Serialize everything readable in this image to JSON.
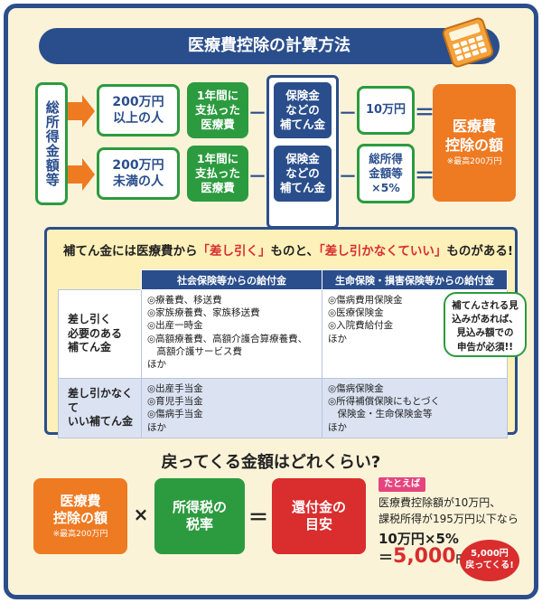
{
  "title": "医療費控除の計算方法",
  "income_label": "総所得金額等",
  "row1": {
    "condition": "200万円\n以上の人",
    "paid": "1年間に\n支払った\n医療費",
    "minus1": "－",
    "insurance": "保険金\nなどの\n補てん金",
    "minus2": "－",
    "deduct": "10万円",
    "equals": "＝"
  },
  "row2": {
    "condition": "200万円\n未満の人",
    "paid": "1年間に\n支払った\n医療費",
    "minus1": "－",
    "insurance": "保険金\nなどの\n補てん金",
    "minus2": "－",
    "deduct": "総所得\n金額等\n×5%",
    "equals": "＝"
  },
  "result": {
    "label": "医療費\n控除の額",
    "note": "※最高200万円"
  },
  "hojo": {
    "heading_pre": "補てん金には医療費から",
    "heading_q1": "「差し引く」",
    "heading_mid": "ものと、",
    "heading_q2": "「差し引かなくていい」",
    "heading_post": "ものがある!",
    "col1": "社会保険等からの給付金",
    "col2": "生命保険・損害保険等からの給付金",
    "rows": [
      {
        "head": "差し引く\n必要のある\n補てん金",
        "c1": "◎療養費、移送費\n◎家族療養費、家族移送費\n◎出産一時金\n◎高額療養費、高額介護合算療養費、\n　高額介護サービス費\nほか",
        "c2": "◎傷病費用保険金\n◎医療保険金\n◎入院費給付金\nほか"
      },
      {
        "head": "差し引かなくて\nいい補てん金",
        "c1": "◎出産手当金\n◎育児手当金\n◎傷病手当金\nほか",
        "c2": "◎傷病保険金\n◎所得補償保険にもとづく\n　保険金・生命保険金等\nほか"
      }
    ],
    "callout": "補てんされる見\n込みがあれば、\n見込み額での\n申告が必須!!"
  },
  "refund": {
    "question": "戻ってくる金額はどれくらい?",
    "box1": "医療費\n控除の額",
    "box1_note": "※最高200万円",
    "times": "×",
    "box2": "所得税の\n税率",
    "equals": "＝",
    "box3": "還付金の\n目安"
  },
  "example": {
    "tag": "たとえば",
    "text1": "医療費控除額が10万円、",
    "text2": "課税所得が195万円以下なら",
    "calc": "10万円×5%",
    "result_eq": "＝",
    "result_value": "5,000",
    "result_unit": "円",
    "badge": "5,000円\n戻ってくる!"
  },
  "colors": {
    "navy": "#2a4e8c",
    "green": "#2c9b3f",
    "orange": "#ee7a22",
    "red": "#d92d2e",
    "pink": "#e5457f",
    "cream": "#fbf3d8"
  },
  "icons": [
    "calculator-icon",
    "arrow-right-icon"
  ]
}
